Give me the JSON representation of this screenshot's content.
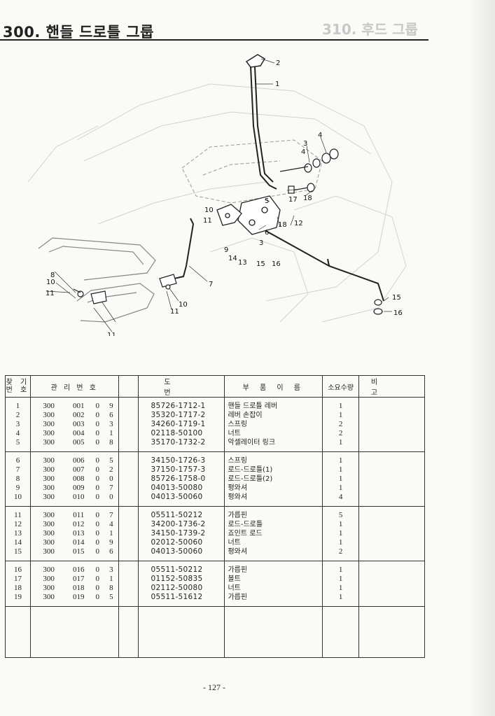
{
  "header": {
    "title": "300. 핸들 드로틀 그룹",
    "ghost_title": "310. 후드 그룹"
  },
  "callouts": [
    "1",
    "2",
    "3",
    "3",
    "4",
    "4",
    "5",
    "6",
    "7",
    "8",
    "9",
    "10",
    "10",
    "10",
    "11",
    "11",
    "11",
    "11",
    "12",
    "13",
    "14",
    "15",
    "15",
    "16",
    "16",
    "17",
    "18",
    "18"
  ],
  "table": {
    "headers": {
      "no": "찾 기\n번 호",
      "mgmt": "관 리 번 호",
      "drawing": "도 번",
      "name": "부 품 이 름",
      "qty": "소요수량",
      "remark": "비 고"
    },
    "groups": [
      [
        {
          "no": "1",
          "g": "300",
          "seq": "001",
          "a": "0",
          "b": "9",
          "drawing": "85726-1712-1",
          "name": "핸들 드로틀 레버",
          "qty": "1"
        },
        {
          "no": "2",
          "g": "300",
          "seq": "002",
          "a": "0",
          "b": "6",
          "drawing": "35320-1717-2",
          "name": "레버 손잡이",
          "qty": "1"
        },
        {
          "no": "3",
          "g": "300",
          "seq": "003",
          "a": "0",
          "b": "3",
          "drawing": "34260-1719-1",
          "name": "스프링",
          "qty": "2"
        },
        {
          "no": "4",
          "g": "300",
          "seq": "004",
          "a": "0",
          "b": "1",
          "drawing": "02118-50100",
          "name": "너트",
          "qty": "2"
        },
        {
          "no": "5",
          "g": "300",
          "seq": "005",
          "a": "0",
          "b": "8",
          "drawing": "35170-1732-2",
          "name": "악셀레이터 링크",
          "qty": "1"
        }
      ],
      [
        {
          "no": "6",
          "g": "300",
          "seq": "006",
          "a": "0",
          "b": "5",
          "drawing": "34150-1726-3",
          "name": "스프링",
          "qty": "1"
        },
        {
          "no": "7",
          "g": "300",
          "seq": "007",
          "a": "0",
          "b": "2",
          "drawing": "37150-1757-3",
          "name": "로드-드로틀(1)",
          "qty": "1"
        },
        {
          "no": "8",
          "g": "300",
          "seq": "008",
          "a": "0",
          "b": "0",
          "drawing": "85726-1758-0",
          "name": "로드-드로틀(2)",
          "qty": "1"
        },
        {
          "no": "9",
          "g": "300",
          "seq": "009",
          "a": "0",
          "b": "7",
          "drawing": "04013-50080",
          "name": "평와셔",
          "qty": "1"
        },
        {
          "no": "10",
          "g": "300",
          "seq": "010",
          "a": "0",
          "b": "0",
          "drawing": "04013-50060",
          "name": "평와셔",
          "qty": "4"
        }
      ],
      [
        {
          "no": "11",
          "g": "300",
          "seq": "011",
          "a": "0",
          "b": "7",
          "drawing": "05511-50212",
          "name": "가릅핀",
          "qty": "5"
        },
        {
          "no": "12",
          "g": "300",
          "seq": "012",
          "a": "0",
          "b": "4",
          "drawing": "34200-1736-2",
          "name": "로드-드로틀",
          "qty": "1"
        },
        {
          "no": "13",
          "g": "300",
          "seq": "013",
          "a": "0",
          "b": "1",
          "drawing": "34150-1739-2",
          "name": "죠인트 로드",
          "qty": "1"
        },
        {
          "no": "14",
          "g": "300",
          "seq": "014",
          "a": "0",
          "b": "9",
          "drawing": "02012-50060",
          "name": "너트",
          "qty": "1"
        },
        {
          "no": "15",
          "g": "300",
          "seq": "015",
          "a": "0",
          "b": "6",
          "drawing": "04013-50060",
          "name": "평와셔",
          "qty": "2"
        }
      ],
      [
        {
          "no": "16",
          "g": "300",
          "seq": "016",
          "a": "0",
          "b": "3",
          "drawing": "05511-50212",
          "name": "가릅핀",
          "qty": "1"
        },
        {
          "no": "17",
          "g": "300",
          "seq": "017",
          "a": "0",
          "b": "1",
          "drawing": "01152-50835",
          "name": "볼트",
          "qty": "1"
        },
        {
          "no": "18",
          "g": "300",
          "seq": "018",
          "a": "0",
          "b": "8",
          "drawing": "02112-50080",
          "name": "너트",
          "qty": "1"
        },
        {
          "no": "19",
          "g": "300",
          "seq": "019",
          "a": "0",
          "b": "5",
          "drawing": "05511-51612",
          "name": "가릅핀",
          "qty": "1"
        }
      ]
    ]
  },
  "footer": {
    "page_number": "- 127 -"
  }
}
